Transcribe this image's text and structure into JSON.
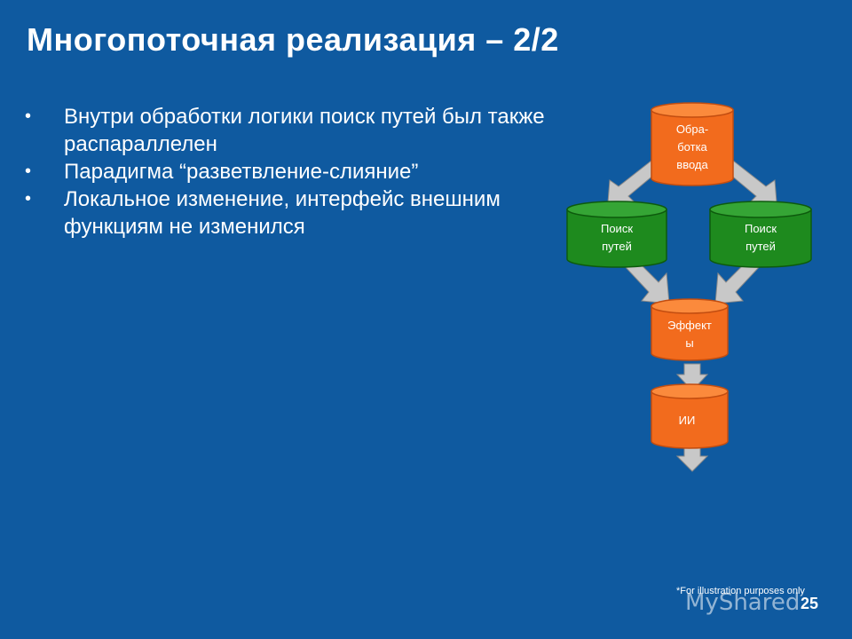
{
  "slide": {
    "title": "Многопоточная реализация – 2/2",
    "bullets": [
      "Внутри обработки логики поиск путей был также распараллелен",
      "Парадигма “разветвление-слияние”",
      "Локальное изменение, интерфейс внешним функциям не изменился"
    ],
    "footnote": "*For illustration purposes only",
    "watermark": "MyShared",
    "page_number": "25"
  },
  "diagram": {
    "nodes": {
      "input": [
        "Обра-",
        "ботка",
        "ввода"
      ],
      "path_left": [
        "Поиск",
        "путей"
      ],
      "path_right": [
        "Поиск",
        "путей"
      ],
      "effects": [
        "Эффект",
        "ы"
      ],
      "ai": [
        "ИИ"
      ]
    },
    "colors": {
      "background": "#0f5aa0",
      "orange": "#f26b1d",
      "orange_top": "#fb8a3c",
      "green": "#1e8a1e",
      "green_top": "#35a535",
      "arrow": "#c8c8c8"
    }
  }
}
